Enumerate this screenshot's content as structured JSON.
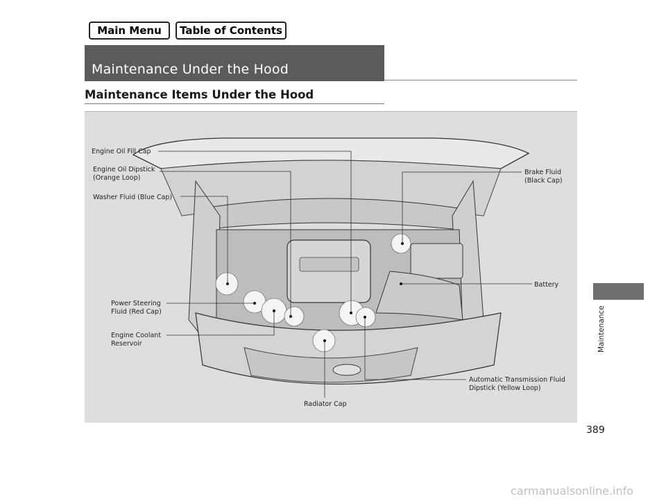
{
  "nav": {
    "main_menu": "Main Menu",
    "table_of_contents": "Table of Contents"
  },
  "section_title": "Maintenance Under the Hood",
  "subheading": "Maintenance Items Under the Hood",
  "callouts": {
    "engine_oil_fill_cap": "Engine Oil Fill Cap",
    "engine_oil_dipstick_1": "Engine Oil Dipstick",
    "engine_oil_dipstick_2": "(Orange Loop)",
    "washer_fluid": "Washer Fluid (Blue Cap)",
    "power_steering_1": "Power Steering",
    "power_steering_2": "Fluid (Red Cap)",
    "engine_coolant_1": "Engine Coolant",
    "engine_coolant_2": "Reservoir",
    "brake_fluid_1": "Brake Fluid",
    "brake_fluid_2": "(Black Cap)",
    "battery": "Battery",
    "atf_dipstick_1": "Automatic Transmission Fluid",
    "atf_dipstick_2": "Dipstick (Yellow Loop)",
    "radiator_cap": "Radiator Cap"
  },
  "side_tab_label": "Maintenance",
  "page_number": "389",
  "watermark": "carmanualsonline.info",
  "colors": {
    "header_bg": "#5b5b5b",
    "figure_bg": "#dedede",
    "side_tab": "#6e6e6e"
  }
}
